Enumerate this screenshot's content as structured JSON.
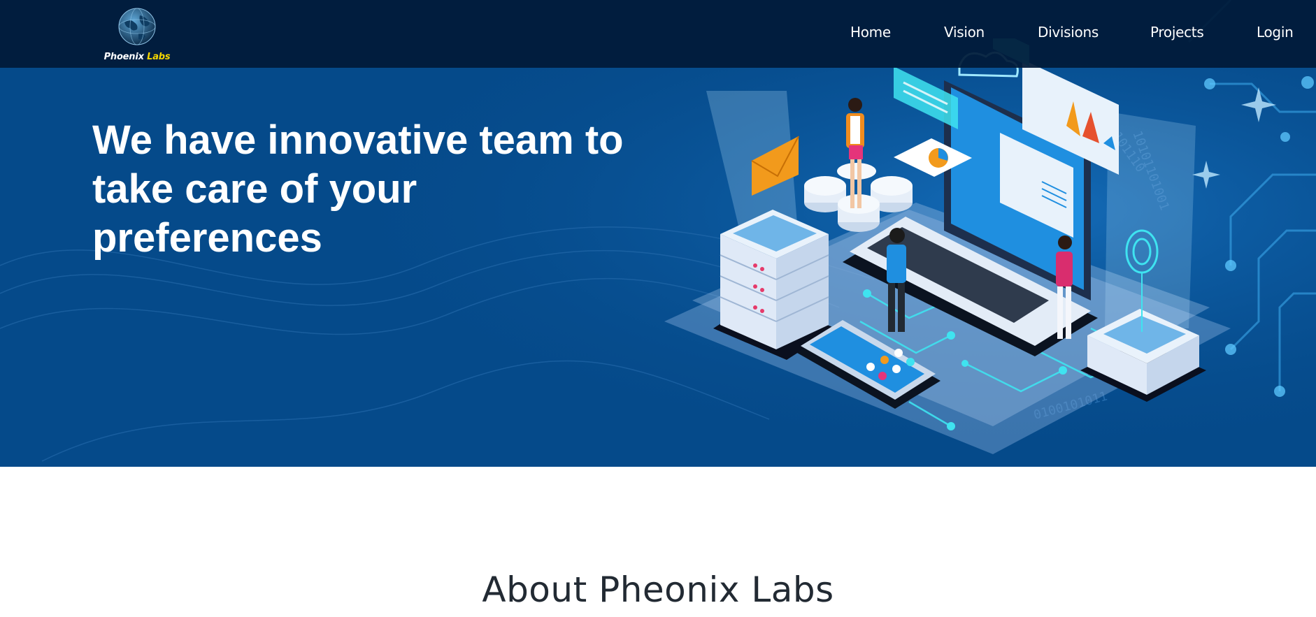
{
  "brand": {
    "name_part1": "Phoenix",
    "name_part2": "Labs",
    "globe_icon": "globe-icon"
  },
  "nav": {
    "items": [
      {
        "label": "Home"
      },
      {
        "label": "Vision"
      },
      {
        "label": "Divisions"
      },
      {
        "label": "Projects"
      },
      {
        "label": "Login"
      }
    ]
  },
  "hero": {
    "headline_line1": "We have innovative team to",
    "headline_line2": "take care of your",
    "headline_line3": "preferences",
    "illustration": "isometric-tech-team-illustration"
  },
  "about": {
    "title": "About Pheonix Labs"
  },
  "colors": {
    "hero_bg": "#054a8a",
    "navbar_bg": "#011a38",
    "brand_accent": "#f3d500",
    "cyan_accent": "#3fe3f0",
    "heading_dark": "#222a33"
  }
}
